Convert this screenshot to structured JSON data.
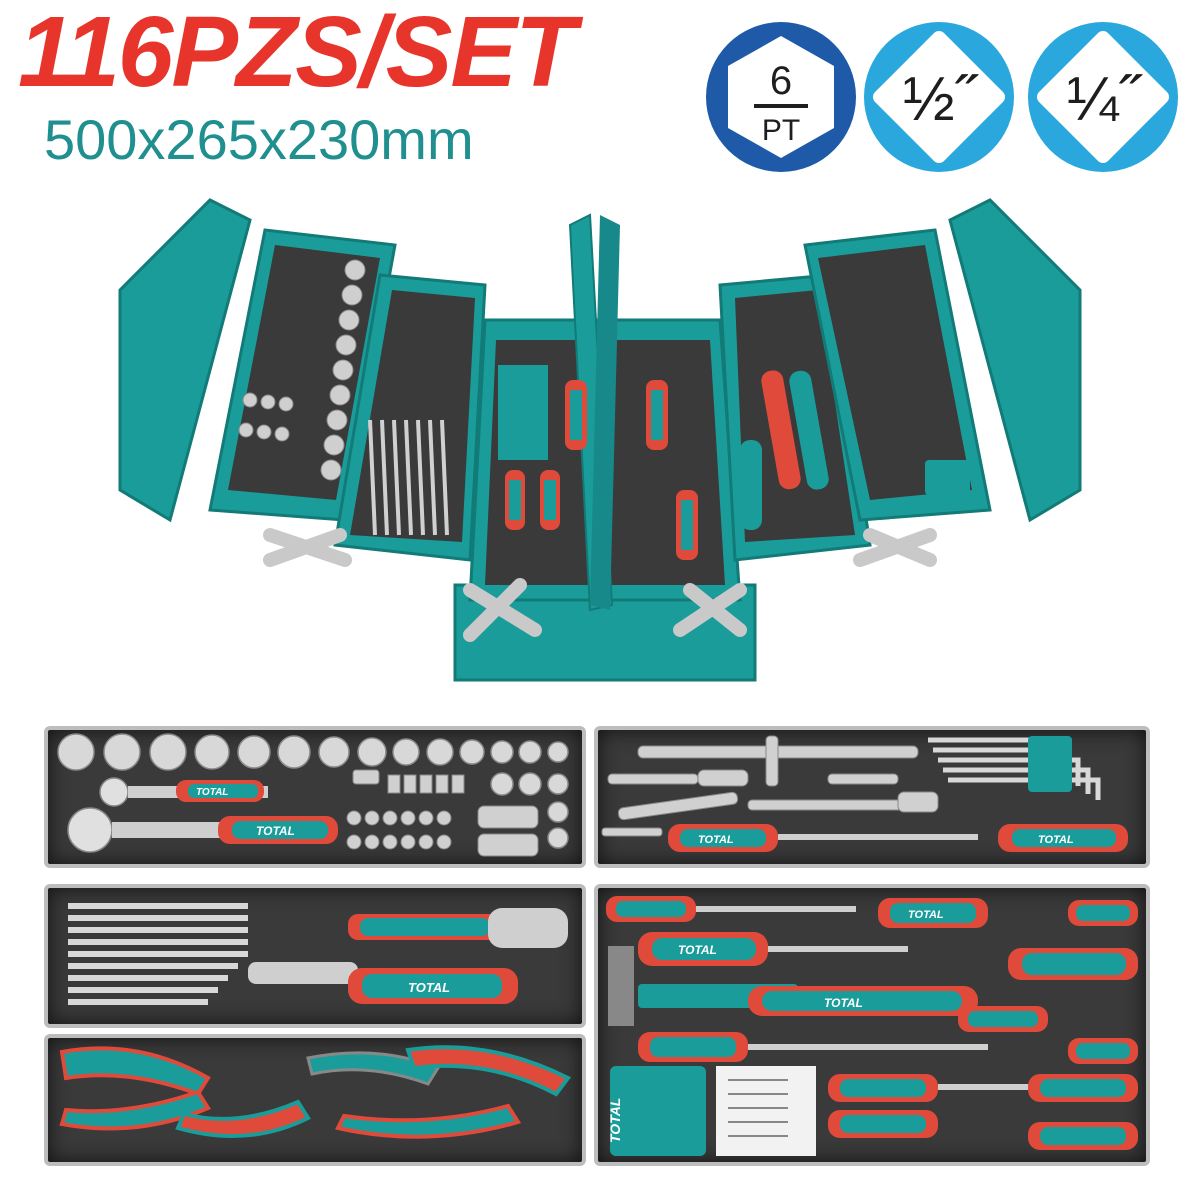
{
  "header": {
    "title": "116PZS/SET",
    "dimensions": "500x265x230mm"
  },
  "badges": [
    {
      "top": "6",
      "bottom": "PT",
      "icon": "hexagon-icon"
    },
    {
      "label": "½˝",
      "icon": "square-drive-icon"
    },
    {
      "label": "¼˝",
      "icon": "square-drive-icon"
    }
  ],
  "brand": "TOTAL",
  "colors": {
    "title_red": "#e8352c",
    "dims_teal": "#1f8f8f",
    "badge_blue": "#1e5aa8",
    "badge_light_blue": "#2aa8de",
    "box_teal": "#1a9d9a",
    "handle_red": "#e04a3a"
  }
}
